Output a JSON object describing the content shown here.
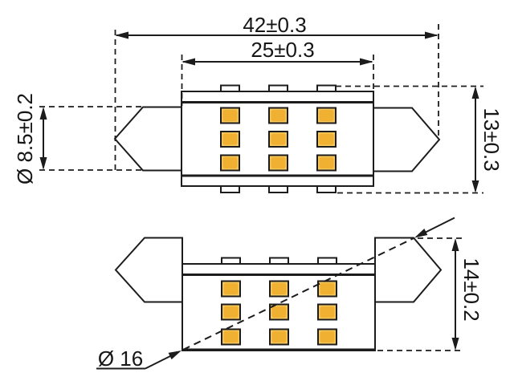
{
  "dimensions": {
    "overall_length": "42±0.3",
    "board_length": "25±0.3",
    "end_cap_diameter": "Ø 8.5±0.2",
    "overall_height": "13±0.3",
    "rotated_height": "14±0.2",
    "swing_diameter": "Ø 16"
  },
  "colors": {
    "line": "#1c1c1c",
    "led_body": "#f7c85c",
    "led_chip": "#f0b032",
    "background": "#ffffff"
  },
  "led_grid": {
    "rows": 3,
    "columns": 3,
    "leds_per_view": 9
  }
}
